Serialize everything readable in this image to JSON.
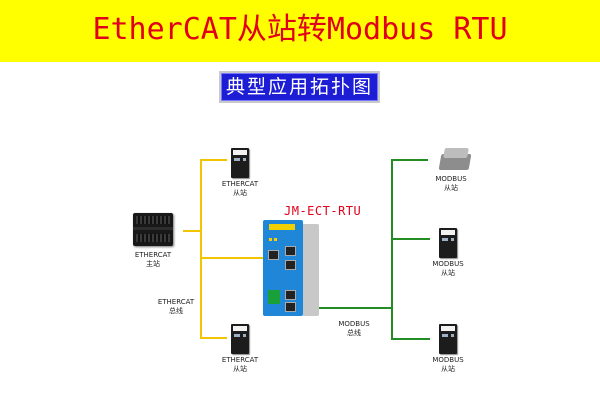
{
  "title": "EtherCAT从站转Modbus RTU",
  "subtitle": "典型应用拓扑图",
  "device_model": "JM-ECT-RTU",
  "colors": {
    "banner_bg": "#ffff00",
    "title_text": "#e0001a",
    "subtitle_bg": "#1d1dd6",
    "ethercat_line": "#f2c500",
    "modbus_line": "#238c23",
    "gateway_blue": "#1f86d8"
  },
  "nodes": {
    "master": {
      "line1": "ETHERCAT",
      "line2": "主站"
    },
    "ecat_slave_top": {
      "line1": "ETHERCAT",
      "line2": "从站"
    },
    "ecat_slave_bottom": {
      "line1": "ETHERCAT",
      "line2": "从站"
    },
    "modbus_slave_1": {
      "line1": "MODBUS",
      "line2": "从站"
    },
    "modbus_slave_2": {
      "line1": "MODBUS",
      "line2": "从站"
    },
    "modbus_slave_3": {
      "line1": "MODBUS",
      "line2": "从站"
    }
  },
  "buses": {
    "ethercat": {
      "line1": "ETHERCAT",
      "line2": "总线"
    },
    "modbus": {
      "line1": "MODBUS",
      "line2": "总线"
    }
  },
  "icons": [
    "plc-icon",
    "servo-drive-icon",
    "gateway-device-icon",
    "industrial-controller-icon"
  ]
}
